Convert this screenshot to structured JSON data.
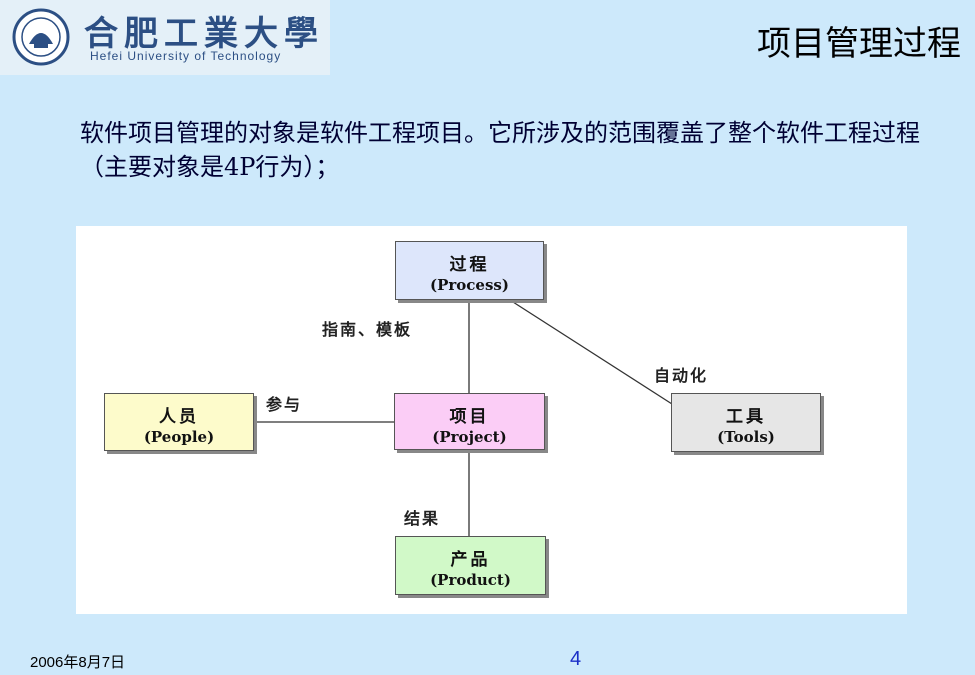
{
  "logo": {
    "name_cn": "合肥工業大學",
    "name_en": "Hefei University of Technology"
  },
  "slide": {
    "title": "项目管理过程",
    "intro": "软件项目管理的对象是软件工程项目。它所涉及的范围覆盖了整个软件工程过程（主要对象是4P行为）；"
  },
  "diagram": {
    "nodes": {
      "process": {
        "cn": "过程",
        "en": "(Process)",
        "color": "#dde6fb"
      },
      "people": {
        "cn": "人员",
        "en": "(People)",
        "color": "#fdfbcb"
      },
      "project": {
        "cn": "项目",
        "en": "(Project)",
        "color": "#fbcdf6"
      },
      "tools": {
        "cn": "工具",
        "en": "(Tools)",
        "color": "#e6e6e6"
      },
      "product": {
        "cn": "产品",
        "en": "(Product)",
        "color": "#d1f9c8"
      }
    },
    "edges": {
      "process_project": "指南、模板",
      "process_tools": "自动化",
      "people_project": "参与",
      "project_product": "结果"
    }
  },
  "footer": {
    "date": "2006年8月7日",
    "page": "4"
  }
}
